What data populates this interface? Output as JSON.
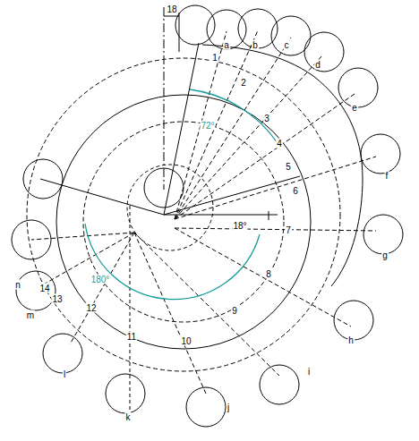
{
  "diagram": {
    "labels": [
      "18",
      "72°",
      "18°",
      "180°",
      "1",
      "2",
      "3",
      "4",
      "5",
      "6",
      "7",
      "8",
      "9",
      "10",
      "11",
      "12",
      "13",
      "14",
      "a",
      "b",
      "c",
      "d",
      "e",
      "f",
      "g",
      "h",
      "i",
      "j",
      "k",
      "l",
      "m",
      "n"
    ]
  }
}
